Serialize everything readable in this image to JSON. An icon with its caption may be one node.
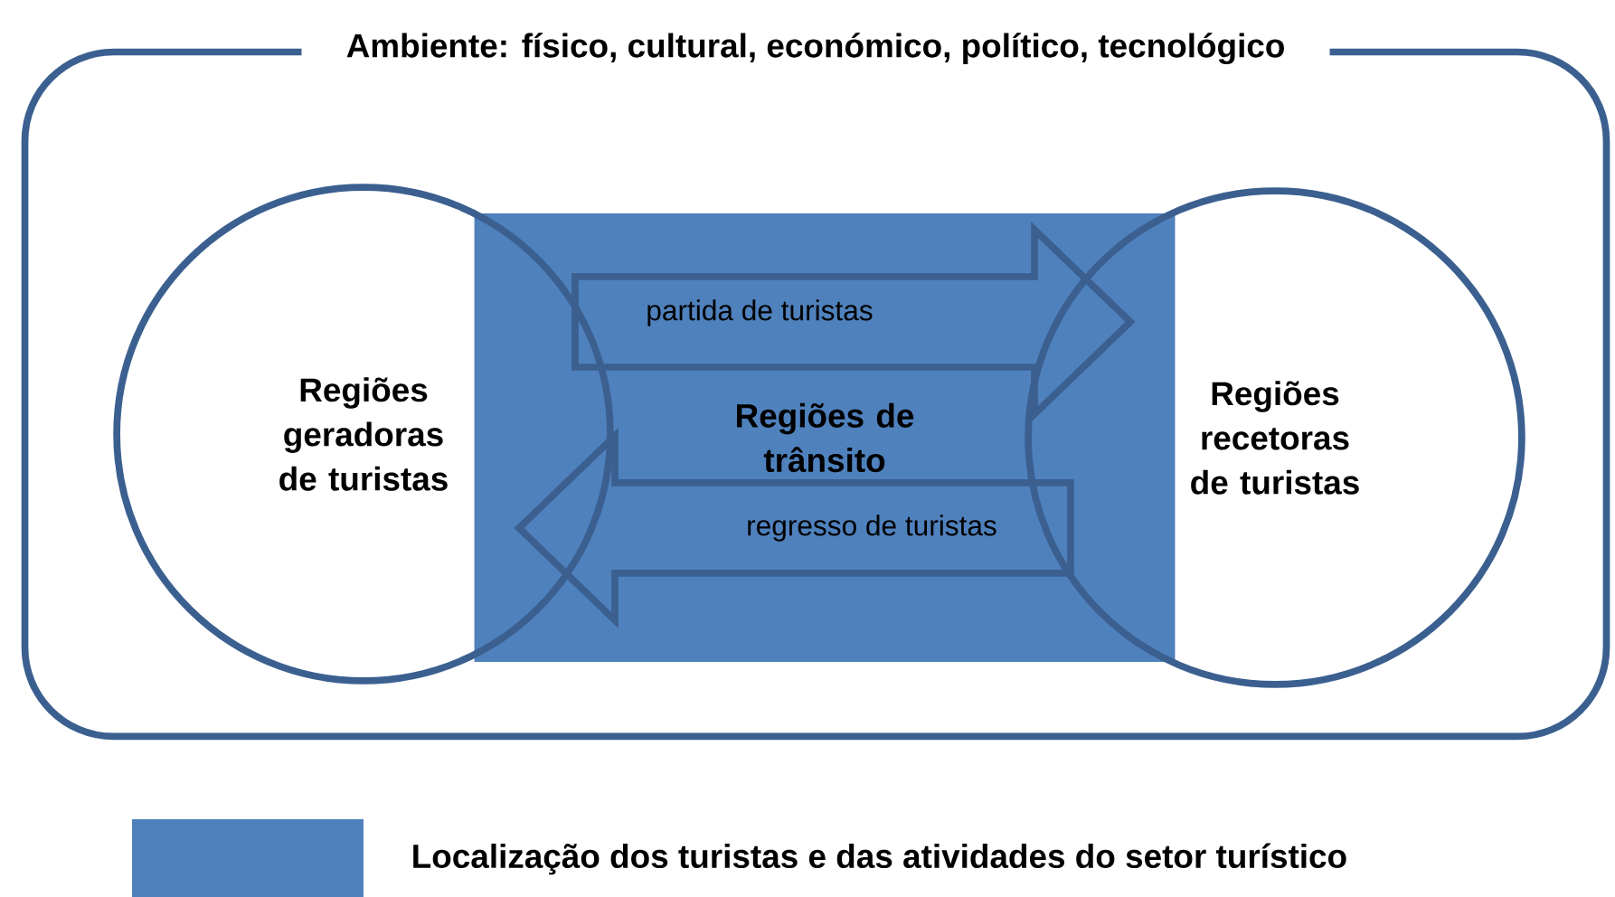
{
  "diagram": {
    "nodes": [
      {
        "text": [
          "Ambiente: físico, cultural, económico, político, tecnológico"
        ]
      },
      {
        "text": [
          "Regiões geradoras de turistas"
        ],
        "in": 0
      },
      {
        "text": [
          "Regiões de trânsito"
        ],
        "in": 0
      },
      {
        "text": [
          "Regiões recetoras de turistas"
        ],
        "in": 0
      }
    ],
    "edges": [
      {
        "from": 1,
        "to": 3,
        "arrow": "to",
        "label": "partida de turistas"
      },
      {
        "from": 3,
        "to": 1,
        "arrow": "to",
        "label": "regresso de turistas"
      }
    ],
    "legend": [
      {
        "text": "Localização dos turistas e das atividades do setor turístico",
        "color": "#4f81bd"
      }
    ]
  }
}
